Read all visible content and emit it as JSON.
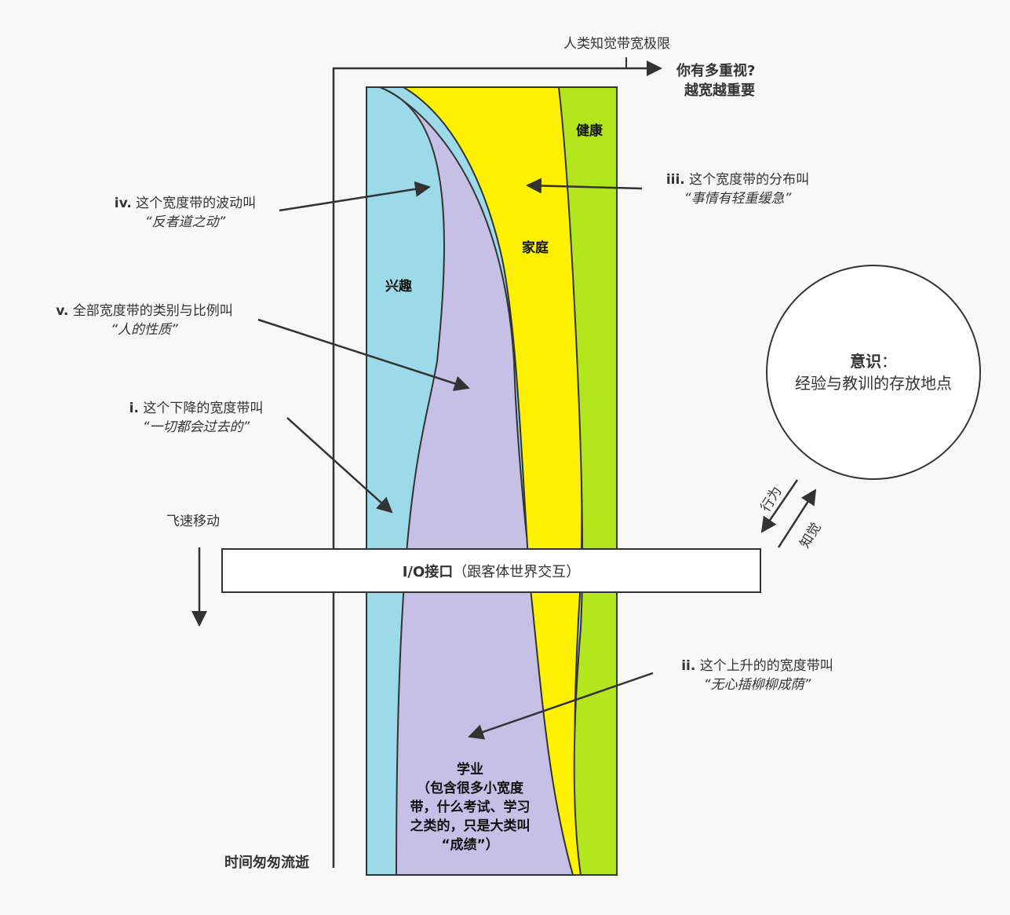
{
  "header": {
    "bandwidth_limit": "人类知觉带宽极限",
    "importance_title": "你有多重视?",
    "importance_subtitle": "越宽越重要"
  },
  "bands": {
    "health": "健康",
    "family": "家庭",
    "interest": "兴趣",
    "study_lines": [
      "学业",
      "（包含很多小宽度",
      "带，什么考试、学习",
      "之类的，只是大类叫",
      "“成绩”）"
    ]
  },
  "annotations": {
    "iv": {
      "num": "iv.",
      "text": " 这个宽度带的波动叫",
      "quote": "“反者道之动”"
    },
    "iii": {
      "num": "iii.",
      "text": " 这个宽度带的分布叫",
      "quote": "“事情有轻重缓急”"
    },
    "v": {
      "num": "v.",
      "text": " 全部宽度带的类别与比例叫",
      "quote": "“人的性质”"
    },
    "i": {
      "num": "i.",
      "text": " 这个下降的宽度带叫",
      "quote": "“一切都会过去的”"
    },
    "ii": {
      "num": "ii.",
      "text": " 这个上升的的宽度带叫",
      "quote": "“无心插柳柳成荫”"
    }
  },
  "motion": {
    "fast": "飞速移动",
    "time": "时间匆匆流逝"
  },
  "io": {
    "title": "I/O接口",
    "subtitle": "（跟客体世界交互）"
  },
  "consciousness": {
    "title": "意识",
    "colon": "：",
    "desc": "经验与教训的存放地点"
  },
  "arrows": {
    "behavior": "行为",
    "perception": "知觉"
  },
  "colors": {
    "interest": "#9cd9e9",
    "study": "#c6bfe6",
    "family": "#fff200",
    "health": "#b4e61e",
    "line": "#333333"
  }
}
